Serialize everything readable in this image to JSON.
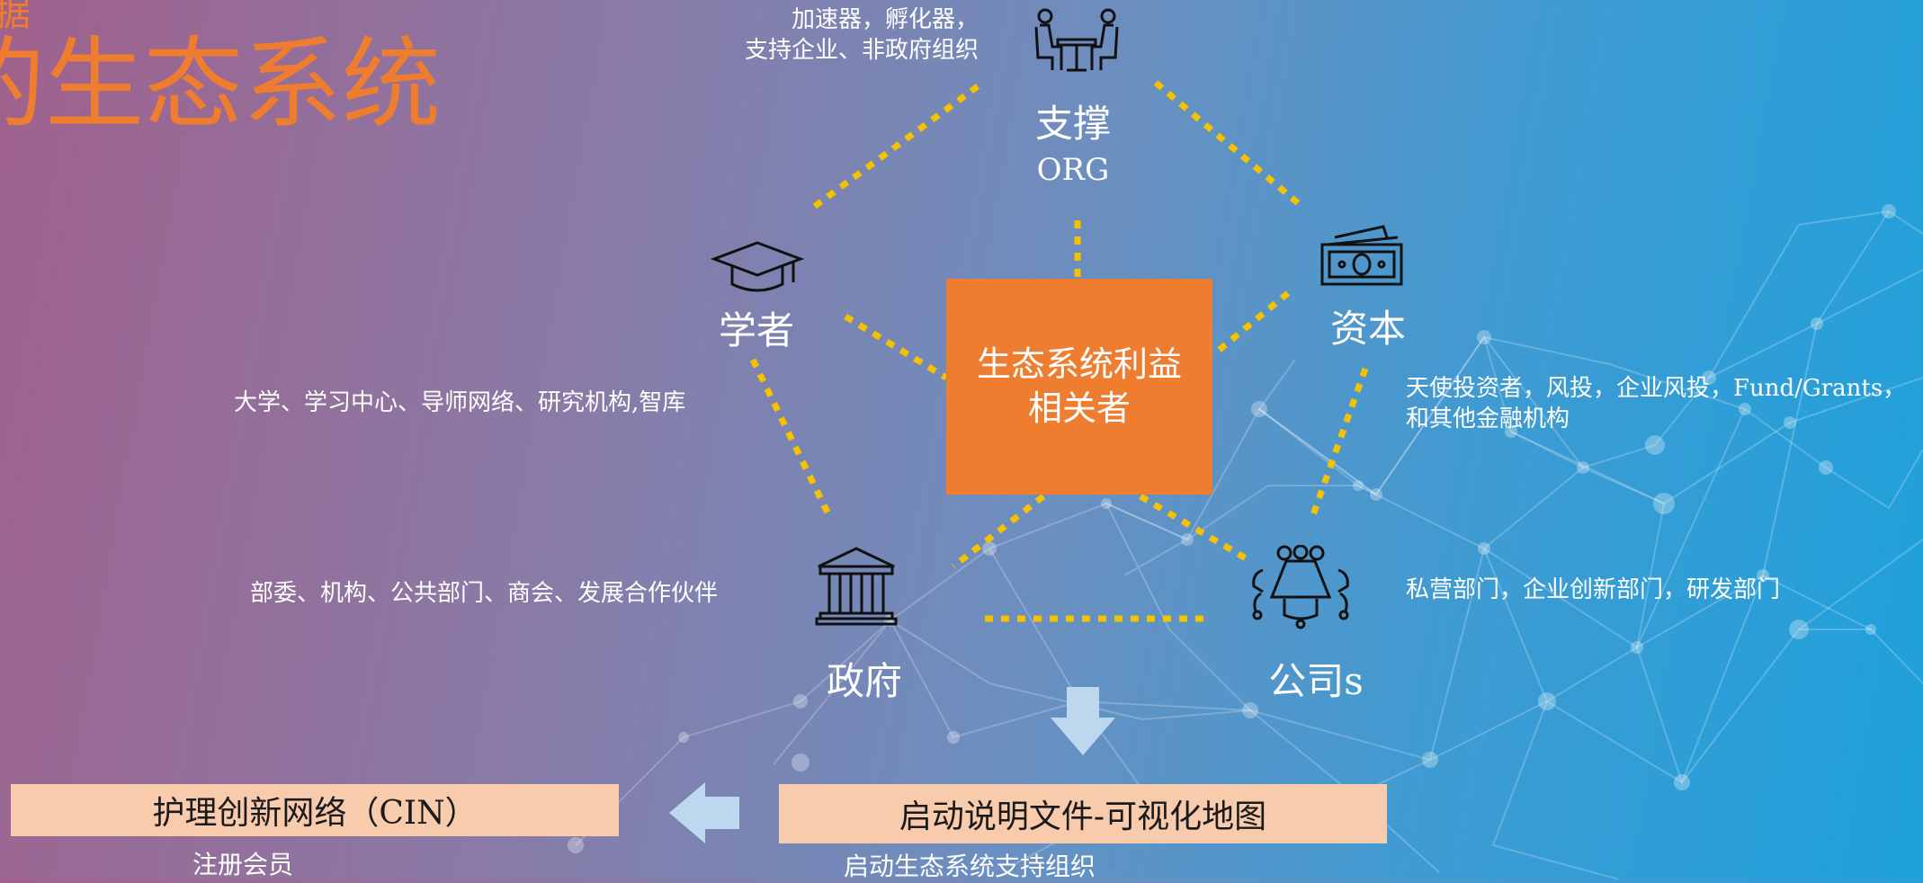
{
  "title": {
    "main": "的生态系统",
    "fragment": "据"
  },
  "center": {
    "line1": "生态系统利益",
    "line2": "相关者"
  },
  "nodes": {
    "support": {
      "label": "支撑",
      "sub": "ORG",
      "desc_line1": "加速器，孵化器，",
      "desc_line2": "支持企业、非政府组织",
      "icon": "meeting-icon"
    },
    "academia": {
      "label": "学者",
      "desc": "大学、学习中心、导师网络、研究机构,智库",
      "icon": "graduation-cap-icon"
    },
    "capital": {
      "label": "资本",
      "desc_line1": "天使投资者，风投，企业风投，Fund/Grants，",
      "desc_line2": "和其他金融机构",
      "icon": "money-icon"
    },
    "government": {
      "label": "政府",
      "desc": "部委、机构、公共部门、商会、发展合作伙伴",
      "icon": "government-building-icon"
    },
    "company": {
      "label": "公司s",
      "desc": "私营部门，企业创新部门，研发部门",
      "icon": "conference-table-icon"
    }
  },
  "bottom": {
    "left_box": "护理创新网络（CIN）",
    "left_sub": "注册会员",
    "right_box": "启动说明文件-可视化地图",
    "right_sub": "启动生态系统支持组织"
  },
  "colors": {
    "accent": "#ee7d30",
    "dots": "#f5c200",
    "box": "#f8cbad",
    "arrow": "#bdd7ee"
  }
}
